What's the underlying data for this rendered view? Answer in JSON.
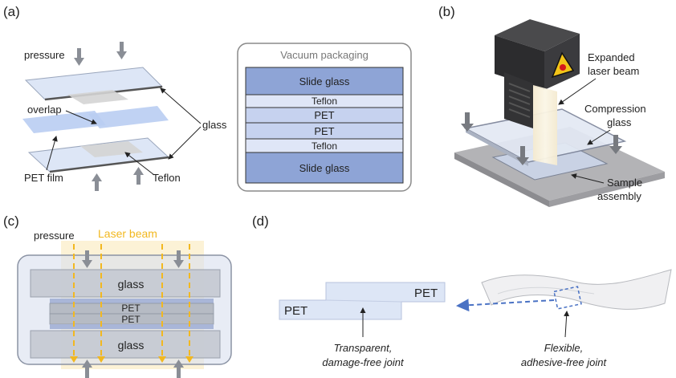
{
  "panels": {
    "a": {
      "tag": "(a)",
      "pressure": "pressure",
      "overlap": "overlap",
      "glass": "glass",
      "pet_film": "PET film",
      "teflon": "Teflon",
      "vacuum_title": "Vacuum packaging",
      "stack": [
        "Slide glass",
        "Teflon",
        "PET",
        "PET",
        "Teflon",
        "Slide glass"
      ]
    },
    "b": {
      "tag": "(b)",
      "expanded_1": "Expanded",
      "expanded_2": "laser beam",
      "compression_1": "Compression",
      "compression_2": "glass",
      "sample_1": "Sample",
      "sample_2": "assembly"
    },
    "c": {
      "tag": "(c)",
      "pressure": "pressure",
      "laser": "Laser beam",
      "glass_top": "glass",
      "pet_1": "PET",
      "pet_2": "PET",
      "glass_bottom": "glass"
    },
    "d": {
      "tag": "(d)",
      "pet_top": "PET",
      "pet_bottom": "PET",
      "transparent_1": "Transparent,",
      "transparent_2": "damage-free joint",
      "flexible_1": "Flexible,",
      "flexible_2": "adhesive-free joint"
    }
  },
  "colors": {
    "laser": "#f2b820",
    "arrow_gray": "#8a8e96",
    "glass_blue": "#c6d4ef",
    "stack_glass": "#8ea4d6",
    "stack_thin": "#dfe6f7"
  }
}
